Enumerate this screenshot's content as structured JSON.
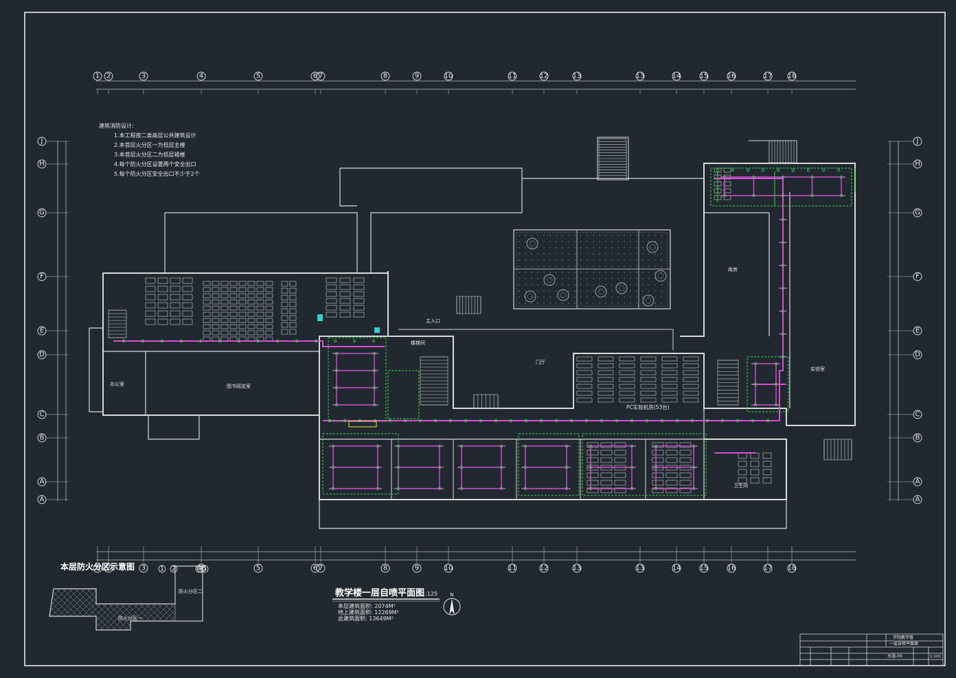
{
  "grid_columns": [
    "1",
    "2",
    "3",
    "4",
    "5",
    "6",
    "7",
    "8",
    "9",
    "10",
    "11",
    "12",
    "13",
    "13",
    "14",
    "15",
    "16",
    "17",
    "18"
  ],
  "grid_rows": [
    "J",
    "H",
    "G",
    "F",
    "E",
    "D",
    "C",
    "B",
    "A",
    "A"
  ],
  "design_notes": {
    "heading": "建筑消防设计:",
    "items": [
      "1.本工程按二类高层公共建筑设计",
      "2.本首层火分区一为低层主楼",
      "3.本首层火分区二为低层裙楼",
      "4.每个防火分区设置两个安全出口",
      "5.每个防火分区安全出口不少于2个"
    ]
  },
  "rooms": {
    "label_pc": "PC实验机房(53台)",
    "label_library": "图书阅览室",
    "label_office": "办公室",
    "label_hall": "门厅",
    "label_lab": "实验室",
    "label_storage": "库房",
    "label_wc": "卫生间",
    "label_stair": "楼梯间",
    "label_entrance": "主入口"
  },
  "fire_zone_inset": {
    "title": "本层防火分区示意图",
    "zone1": "防火分区一",
    "zone2": "防火分区二",
    "axis_labels": [
      "1",
      "2",
      "4",
      "5"
    ]
  },
  "drawing_title": {
    "main": "教学楼一层自喷平面图",
    "scale": "1:125",
    "north_label": "N",
    "stats": [
      "本层建筑面积: 2074M²",
      "地上建筑面积: 12269M²",
      "总建筑面积: 13649M²"
    ]
  },
  "title_block": {
    "project": "学院教学楼",
    "drawing": "一层自喷平面图",
    "scale": "1:100",
    "sheet": "水施-06"
  },
  "colors": {
    "background": "#212830",
    "lines": "#d9d9d9",
    "sprinkler_pipe": "#d64fd6",
    "branch": "#33dd44",
    "cyan": "#30d0d0",
    "yellow": "#e6e64a"
  }
}
